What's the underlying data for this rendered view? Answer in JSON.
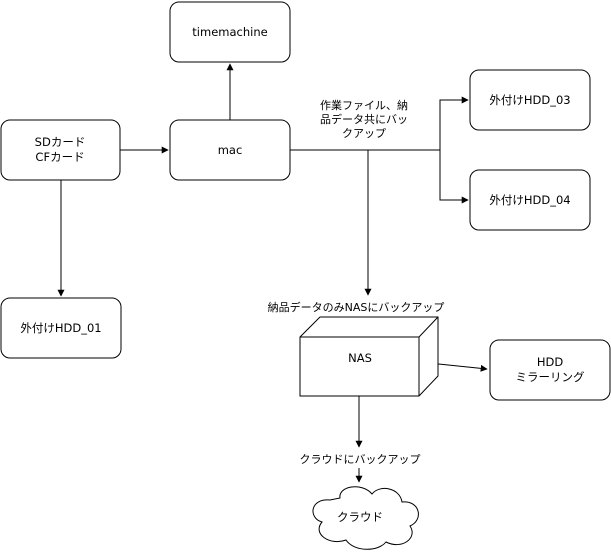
{
  "nodes": {
    "timemachine": "timemachine",
    "sd_line1": "SDカード",
    "sd_line2": "CFカード",
    "mac": "mac",
    "hdd03": "外付けHDD_03",
    "hdd04": "外付けHDD_04",
    "hdd01": "外付けHDD_01",
    "nas": "NAS",
    "hdd_mirror_line1": "HDD",
    "hdd_mirror_line2": "ミラーリング",
    "cloud": "クラウド"
  },
  "edges": {
    "mac_backup_line1": "作業ファイル、納",
    "mac_backup_line2": "品データ共にバッ",
    "mac_backup_line3": "クアップ",
    "nas_only": "納品データのみNASにバックアップ",
    "cloud_backup": "クラウドにバックアップ"
  },
  "colors": {
    "stroke": "#000000",
    "fill": "#ffffff"
  }
}
